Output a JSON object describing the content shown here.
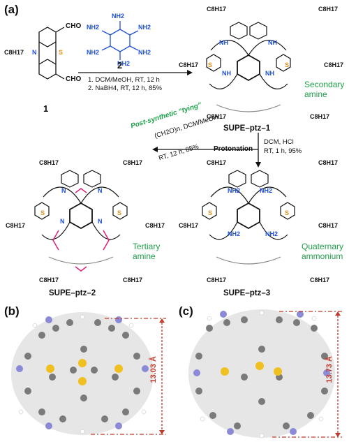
{
  "panel_labels": {
    "a": "(a)",
    "b": "(b)",
    "c": "(c)"
  },
  "reactants": {
    "aldehyde": {
      "number": "1",
      "formyl": "CHO",
      "chain": "C8H17",
      "heteroatom_N": "N",
      "heteroatom_S": "S"
    },
    "amine": {
      "number": "2",
      "group": "NH2"
    }
  },
  "step1": {
    "line1": "1. DCM/MeOH, RT, 12 h",
    "line2": "2. NaBH4, RT, 12 h, 85%"
  },
  "supe1": {
    "name": "SUPE–ptz–1",
    "note_line1": "Secondary",
    "note_line2": "amine"
  },
  "tying": {
    "title": "Post-synthetic “tying”",
    "line1": "(CH2O)n, DCM/MeOH",
    "line2": "RT, 12 h, 85%"
  },
  "protonation": {
    "title": "Protonation",
    "line1": "DCM, HCl",
    "line2": "RT, 1 h, 95%"
  },
  "supe2": {
    "name": "SUPE–ptz–2",
    "note_line1": "Tertiary",
    "note_line2": "amine"
  },
  "supe3": {
    "name": "SUPE–ptz–3",
    "note_line1": "Quaternary",
    "note_line2": "ammonium"
  },
  "atom_labels": {
    "nh": "NH",
    "n": "N",
    "nh2": "NH2",
    "s": "S",
    "chain": "C8H17"
  },
  "dimension_b": "13.03 Å",
  "dimension_c": "13.73 Å",
  "colors": {
    "green": "#1fa04a",
    "blue": "#1f4fd8",
    "magenta": "#e0207a",
    "orange": "#e8901a",
    "dim_red": "#c0392b",
    "atom_grey": "#7a7a7a",
    "atom_s": "#f0c020",
    "atom_n": "#8a8ad8"
  }
}
